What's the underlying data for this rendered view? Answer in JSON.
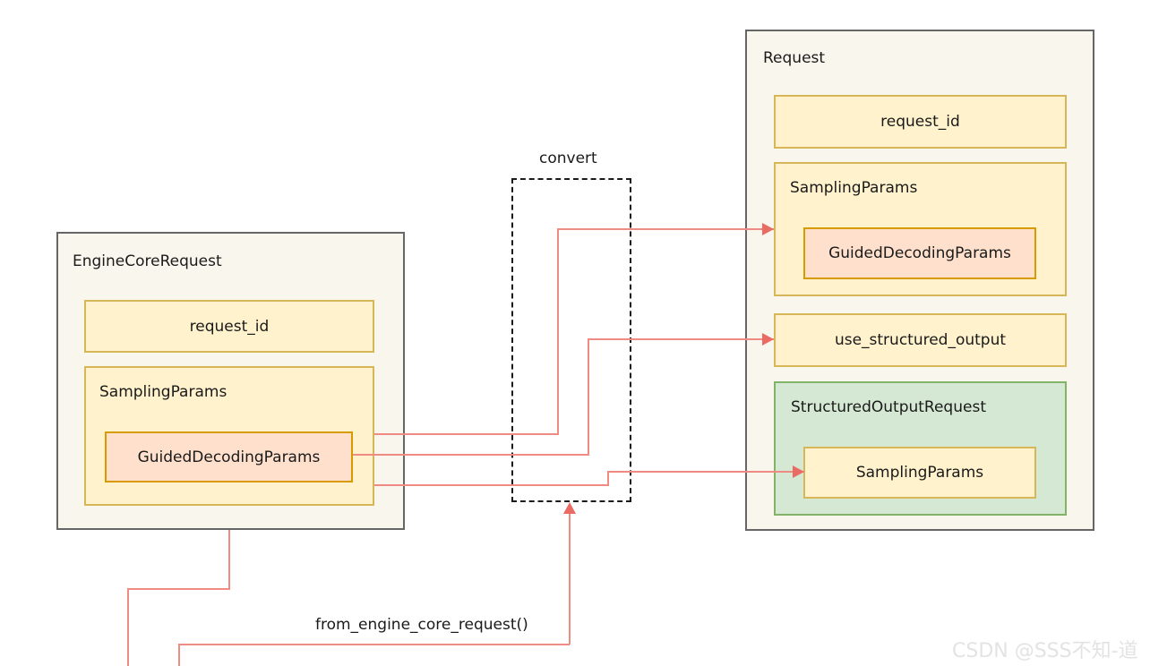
{
  "diagram": {
    "title_watermark": "CSDN @SSS不知-道",
    "left_container": {
      "label": "EngineCoreRequest",
      "fields": [
        {
          "label": "request_id",
          "kind": "yellow"
        },
        {
          "label": "SamplingParams",
          "kind": "yellow"
        }
      ],
      "nested": {
        "label": "GuidedDecodingParams",
        "kind": "peach"
      }
    },
    "right_container": {
      "label": "Request",
      "fields": [
        {
          "label": "request_id",
          "kind": "yellow"
        },
        {
          "label": "SamplingParams",
          "kind": "yellow"
        },
        {
          "label": "use_structured_output",
          "kind": "yellow"
        },
        {
          "label": "StructuredOutputRequest",
          "kind": "green"
        }
      ],
      "nested_sampling": {
        "label": "GuidedDecodingParams",
        "kind": "peach"
      },
      "nested_structured": {
        "label": "SamplingParams",
        "kind": "yellow"
      }
    },
    "convert_group": {
      "label": "convert",
      "style": "dashed"
    },
    "method_label": "from_engine_core_request()",
    "colors": {
      "container_fill": "#f9f7ed",
      "container_border": "#666666",
      "yellow_fill": "#fff2cc",
      "yellow_border": "#d6b656",
      "peach_fill": "#ffe0cc",
      "peach_border": "#d79b00",
      "green_fill": "#d5e8d4",
      "green_border": "#82b366",
      "connector": "#f08b84",
      "arrowhead": "#ea6b63",
      "text": "#1a1a1a",
      "watermark": "#e3e3e3"
    }
  }
}
